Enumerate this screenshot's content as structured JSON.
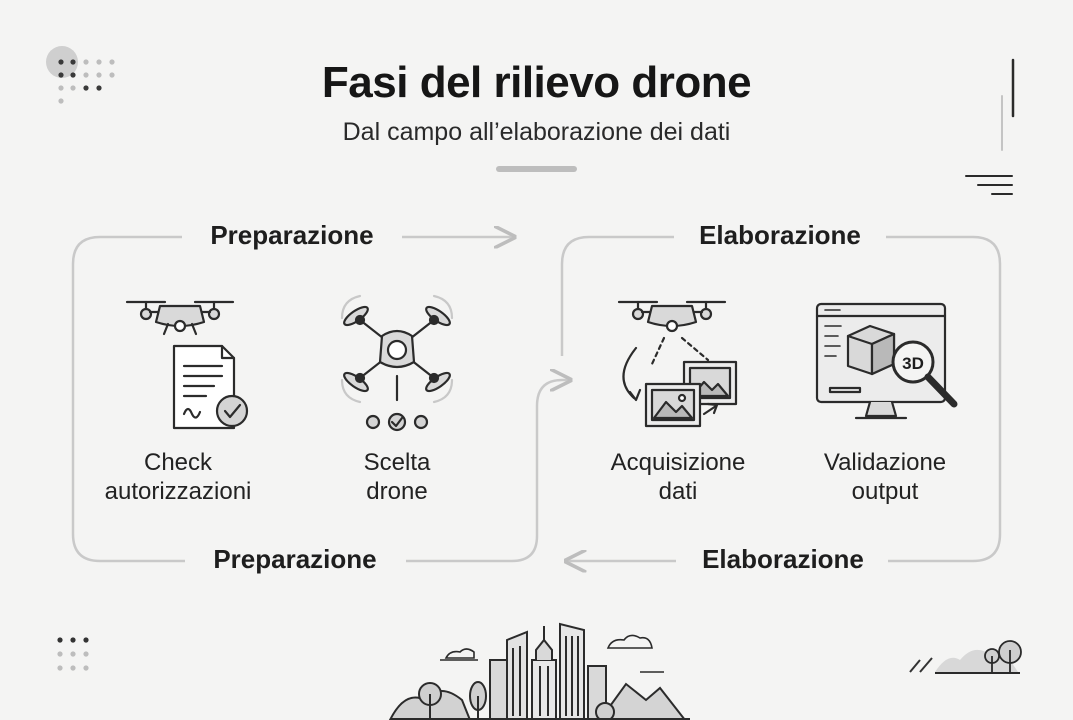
{
  "header": {
    "title": "Fasi del rilievo drone",
    "subtitle": "Dal campo all’elaborazione dei dati"
  },
  "phases": {
    "top_left": "Preparazione",
    "top_right": "Elaborazione",
    "bottom_left": "Preparazione",
    "bottom_right": "Elaborazione"
  },
  "steps": [
    {
      "line1": "Check",
      "line2": "autorizzazioni",
      "icon": "drone-document-check-icon"
    },
    {
      "line1": "Scelta",
      "line2": "drone",
      "icon": "quadcopter-select-icon"
    },
    {
      "line1": "Acquisizione",
      "line2": "dati",
      "icon": "drone-photo-capture-icon"
    },
    {
      "line1": "Validazione",
      "line2": "output",
      "icon": "monitor-3d-model-icon"
    }
  ],
  "icon_badge_text": "3D",
  "colors": {
    "background": "#f4f4f3",
    "line": "#c8c8c8",
    "icon_stroke": "#2b2b2b",
    "icon_fill": "#d9d9d9"
  }
}
